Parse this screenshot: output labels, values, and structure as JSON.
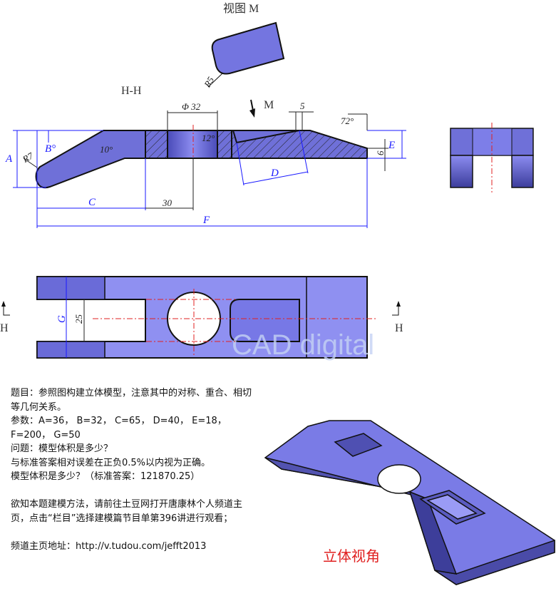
{
  "view_m": {
    "title": "视图 M",
    "radius_label": "R5"
  },
  "section": {
    "title": "H-H",
    "arrow_label": "M",
    "dims": {
      "phi": "Φ 32",
      "five": "5",
      "seventytwo": "72°",
      "twelve": "12°",
      "ten": "10°",
      "six": "6",
      "thirty": "30",
      "r7": "R7"
    },
    "param_dims": {
      "A": "A",
      "B": "B°",
      "C": "C",
      "D": "D",
      "E": "E",
      "F": "F"
    }
  },
  "plan": {
    "g_label": "G",
    "width_label": "25",
    "section_mark_left": "H",
    "section_mark_right": "H",
    "watermark": "CAD digital"
  },
  "description": {
    "lines": [
      "题目：参照图构建立体模型，注意其中的对称、重合、相切等几何关系。",
      "参数：A=36， B=32， C=65， D=40， E=18， F=200， G=50",
      "问题：模型体积是多少？",
      "与标准答案相对误差在正负0.5%以内视为正确。",
      "模型体积是多少？（标准答案：121870.25）",
      "",
      "欲知本题建模方法，请前往土豆网打开唐康林个人频道主页，点击“栏目”选择建模篇节目单第396讲进行观看；",
      "",
      "频道主页地址：http://v.tudou.com/jefft2013"
    ]
  },
  "caption": "立体视角",
  "colors": {
    "fill": "#6f70d8",
    "light": "#8c8cf0",
    "dim": "#1a1aff",
    "center": "#e02020",
    "caption": "#e02020"
  }
}
